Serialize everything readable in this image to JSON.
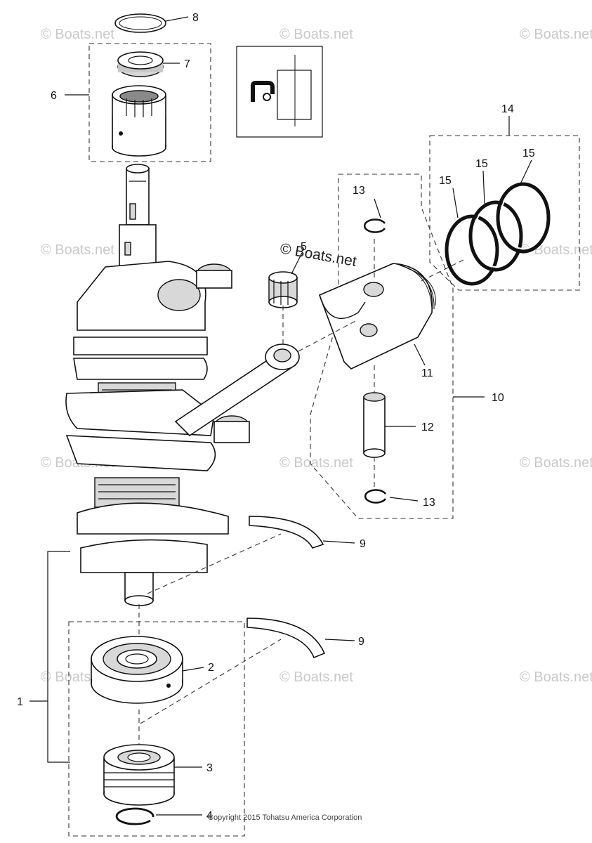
{
  "diagram": {
    "watermark": "© Boats.net",
    "copyright": "Copyright 2015 Tohatsu America Corporation",
    "callouts": {
      "c1": "1",
      "c2": "2",
      "c3": "3",
      "c4": "4",
      "c5": "5",
      "c6": "6",
      "c7": "7",
      "c8": "8",
      "c9a": "9",
      "c9b": "9",
      "c10": "10",
      "c11": "11",
      "c12": "12",
      "c13a": "13",
      "c13b": "13",
      "c14": "14",
      "c15a": "15",
      "c15b": "15",
      "c15c": "15"
    }
  }
}
